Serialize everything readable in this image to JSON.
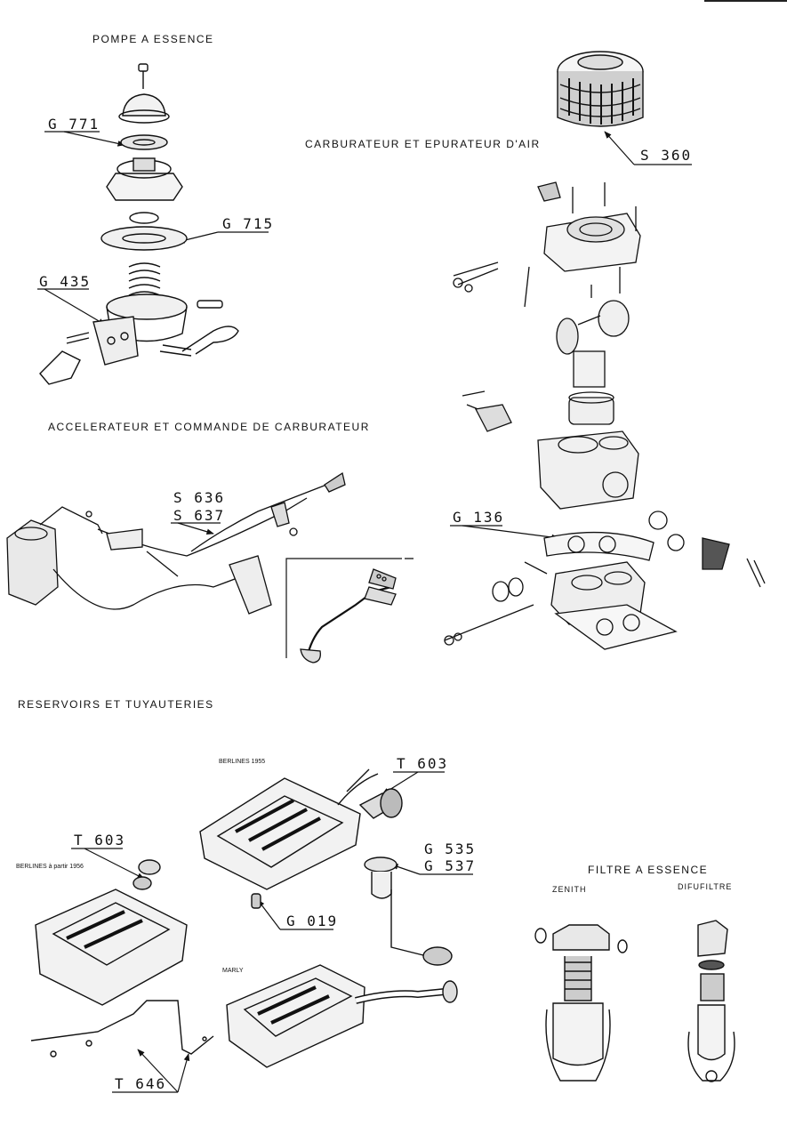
{
  "sections": {
    "pompe": "POMPE A ESSENCE",
    "carburateur": "CARBURATEUR ET EPURATEUR D'AIR",
    "accelerateur": "ACCELERATEUR ET COMMANDE DE CARBURATEUR",
    "reservoirs": "RESERVOIRS ET TUYAUTERIES",
    "filtre": "FILTRE A ESSENCE"
  },
  "labels": {
    "zenith": "ZENITH",
    "difufiltre": "DIFUFILTRE",
    "berlines_1955": "BERLINES 1955",
    "berlines_1956": "BERLINES à partir 1956",
    "marly": "MARLY"
  },
  "callouts": {
    "g771": "G 771",
    "g715": "G 715",
    "g435": "G 435",
    "s360": "S 360",
    "s636": "S 636",
    "s637": "S 637",
    "g136": "G 136",
    "t603_top": "T 603",
    "t603_left": "T 603",
    "g535": "G 535",
    "g537": "G 537",
    "g019": "G 019",
    "t646": "T 646"
  }
}
